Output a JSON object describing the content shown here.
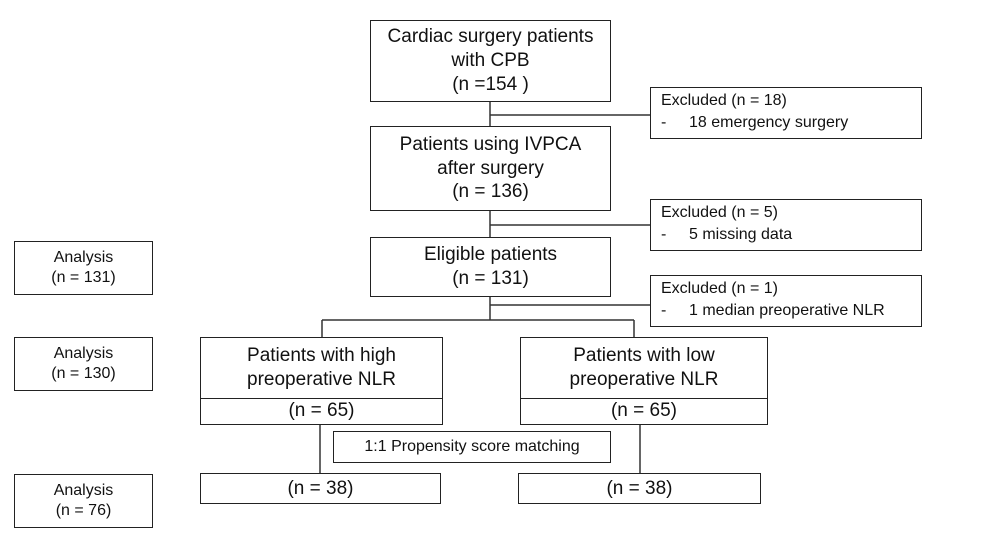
{
  "start": {
    "line1": "Cardiac surgery patients",
    "line2": "with CPB",
    "count": "(n =154 )"
  },
  "excluded1": {
    "title": "Excluded (n = 18)",
    "dash": "-",
    "item": "18 emergency surgery"
  },
  "ivpca": {
    "line1": "Patients using IVPCA",
    "line2": "after surgery",
    "count": "(n = 136)"
  },
  "excluded2": {
    "title": "Excluded (n = 5)",
    "dash": "-",
    "item": "5 missing data"
  },
  "eligible": {
    "line1": "Eligible patients",
    "count": "(n = 131)"
  },
  "excluded3": {
    "title": "Excluded (n = 1)",
    "dash": "-",
    "item": "1 median preoperative NLR"
  },
  "analysis1": {
    "label": "Analysis",
    "count": "(n = 131)"
  },
  "analysis2": {
    "label": "Analysis",
    "count": "(n = 130)"
  },
  "analysis3": {
    "label": "Analysis",
    "count": "(n = 76)"
  },
  "high": {
    "line1": "Patients with  high",
    "line2": "preoperative NLR",
    "count": "(n = 65)"
  },
  "low": {
    "line1": "Patients with  low",
    "line2": "preoperative NLR",
    "count": "(n = 65)"
  },
  "psm": {
    "label": "1:1 Propensity score matching"
  },
  "matched_high": {
    "count": "(n = 38)"
  },
  "matched_low": {
    "count": "(n = 38)"
  }
}
